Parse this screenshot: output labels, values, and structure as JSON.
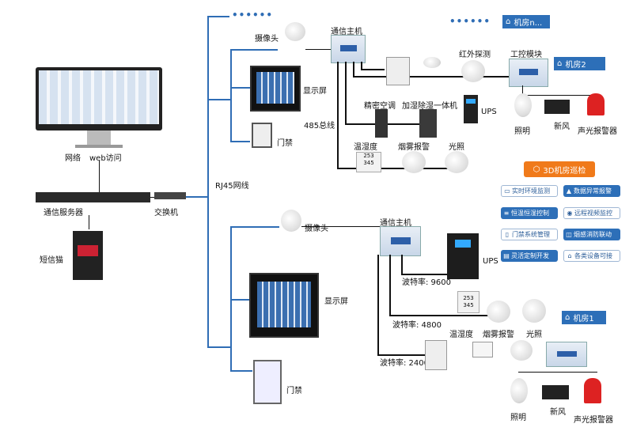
{
  "left": {
    "network": "网络",
    "web": "web访问",
    "server": "通信服务器",
    "sms": "短信猫",
    "switch": "交换机",
    "rj45": "RJ45网线"
  },
  "top": {
    "camera": "摄像头",
    "screen": "显示屏",
    "door": "门禁",
    "host": "通信主机",
    "bus": "485总线",
    "infrared": "红外探测",
    "io_module": "工控模块",
    "room2": "机房2",
    "roomn": "机房n...",
    "ac": "精密空调",
    "humid": "加湿除湿一体机",
    "ups": "UPS",
    "temp": "温湿度",
    "smoke": "烟雾报警",
    "light_sensor": "光照",
    "lighting": "照明",
    "fresh_air": "新风",
    "alarm": "声光报警器",
    "display_reading": "253\n345"
  },
  "bottom": {
    "camera": "摄像头",
    "screen": "显示屏",
    "door": "门禁",
    "host": "通信主机",
    "ups": "UPS",
    "baud1": "波特率: 9600",
    "baud2": "波特率: 4800",
    "baud3": "波特率: 2400",
    "temp": "温湿度",
    "smoke": "烟雾报警",
    "light_sensor": "光照",
    "room1": "机房1",
    "lighting": "照明",
    "fresh_air": "新风",
    "alarm": "声光报警器"
  },
  "features": {
    "title": "3D机房巡检",
    "items": [
      {
        "label": "实时环境监测",
        "style": "outline",
        "icon": "monitor-icon"
      },
      {
        "label": "数据异常报警",
        "style": "filled",
        "icon": "bell-icon"
      },
      {
        "label": "恒温恒湿控制",
        "style": "filled",
        "icon": "sliders-icon"
      },
      {
        "label": "远程视频监控",
        "style": "outline",
        "icon": "camera-icon"
      },
      {
        "label": "门禁系统管理",
        "style": "outline",
        "icon": "door-icon"
      },
      {
        "label": "烟感消防联动",
        "style": "filled",
        "icon": "link-icon"
      },
      {
        "label": "灵活定制开发",
        "style": "filled",
        "icon": "code-icon"
      },
      {
        "label": "各类设备可接",
        "style": "outline",
        "icon": "router-icon"
      }
    ]
  },
  "colors": {
    "line": "#2f6db5",
    "accent": "#f07a1a",
    "badge": "#2d6fb8"
  }
}
